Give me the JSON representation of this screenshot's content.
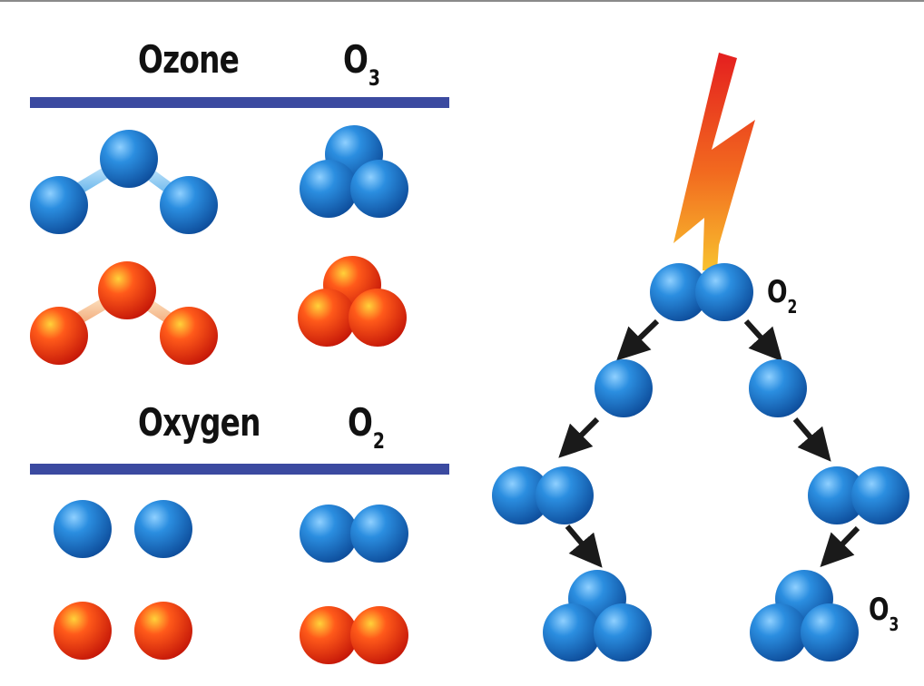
{
  "ozone": {
    "name": "Ozone",
    "formula_base": "O",
    "formula_sub": "3"
  },
  "oxygen": {
    "name": "Oxygen",
    "formula_base": "O",
    "formula_sub": "2"
  },
  "process": {
    "top_label_base": "O",
    "top_label_sub": "2",
    "bottom_label_base": "O",
    "bottom_label_sub": "3"
  },
  "colors": {
    "rule": "#3b4aa0",
    "blue_atom": "#1f7fd0",
    "red_atom": "#f03a10",
    "arrow": "#1a1a1a",
    "bolt_top": "#e8261a",
    "bolt_bottom": "#f6b52a"
  }
}
